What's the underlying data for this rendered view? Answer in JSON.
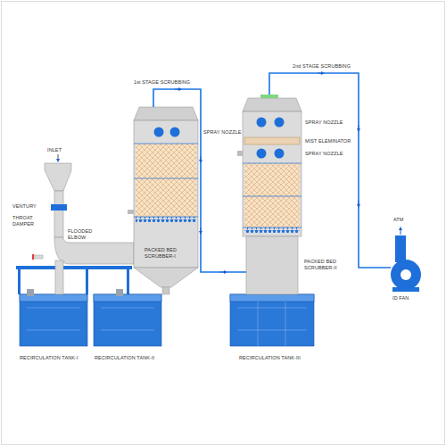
{
  "diagram": {
    "labels": [
      "1st STAGE SCRUBBING",
      "2nd STAGE SCRUBBING",
      "SPRAY NOZZLE",
      "INLET",
      "VENTURY",
      "THROAT DAMPER",
      "FLOODED ELBOW",
      "PACKED BED SCRUBBER-I",
      "SPRAY NOZZLE",
      "MIST ELEMINATOR",
      "SPRAY NOZZLE",
      "PACKED BED SCRUBBER-II",
      "ATM",
      "ID FAN",
      "RECIRCULATION TANK-I",
      "RECIRCULATION TANK-II",
      "RECIRCULATION TANK-III"
    ]
  }
}
